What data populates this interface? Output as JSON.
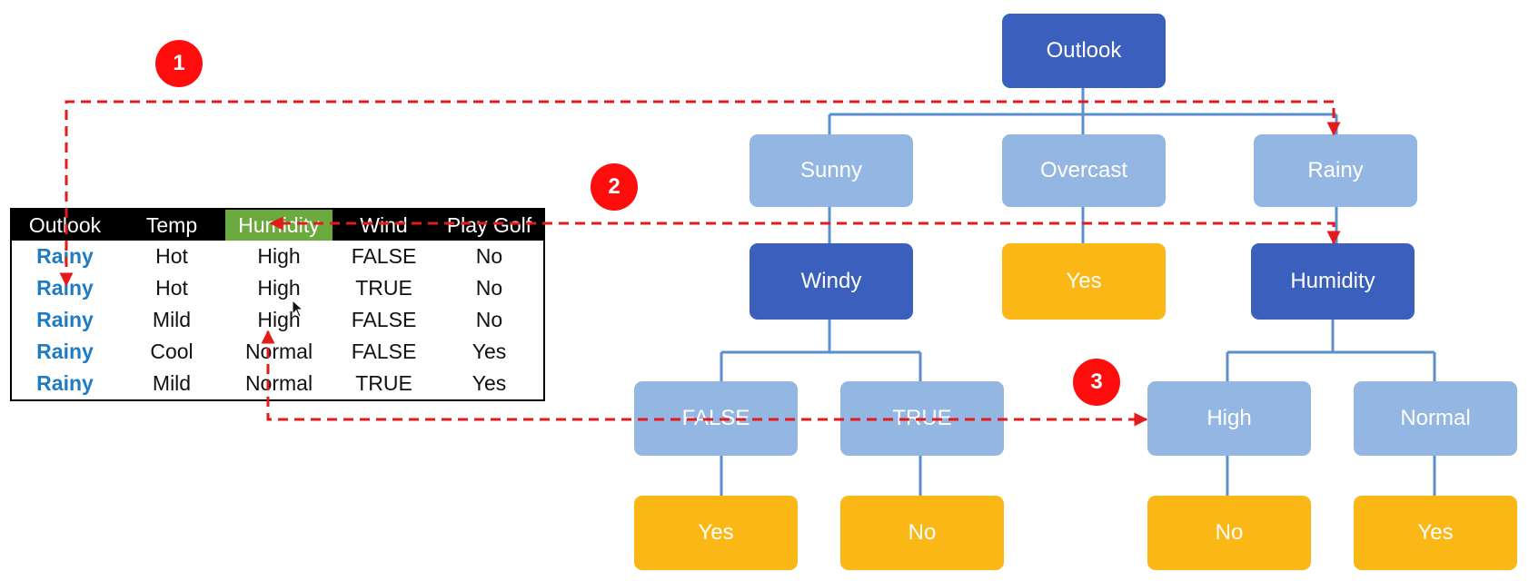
{
  "tree": {
    "root": "Outlook",
    "level1": [
      "Sunny",
      "Overcast",
      "Rainy"
    ],
    "sunny_child": "Windy",
    "overcast_child": "Yes",
    "rainy_child": "Humidity",
    "windy_branches": [
      "FALSE",
      "TRUE"
    ],
    "windy_leaves": [
      "Yes",
      "No"
    ],
    "humidity_branches": [
      "High",
      "Normal"
    ],
    "humidity_leaves": [
      "No",
      "Yes"
    ]
  },
  "table": {
    "headers": [
      "Outlook",
      "Temp",
      "Humidity",
      "Wind",
      "Play Golf"
    ],
    "highlighted_header": "Humidity",
    "rows": [
      [
        "Rainy",
        "Hot",
        "High",
        "FALSE",
        "No"
      ],
      [
        "Rainy",
        "Hot",
        "High",
        "TRUE",
        "No"
      ],
      [
        "Rainy",
        "Mild",
        "High",
        "FALSE",
        "No"
      ],
      [
        "Rainy",
        "Cool",
        "Normal",
        "FALSE",
        "Yes"
      ],
      [
        "Rainy",
        "Mild",
        "Normal",
        "TRUE",
        "Yes"
      ]
    ]
  },
  "steps": [
    "1",
    "2",
    "3"
  ],
  "colors": {
    "decision_node": "#3b5fbd",
    "branch_node": "#93b6e2",
    "leaf_node": "#fbb716",
    "connector": "#5b8fd0",
    "arrow": "#e31b1b",
    "badge": "#ff0d0d",
    "highlight_header": "#6aaa3e",
    "outlook_cell_text": "#1f7cc4"
  },
  "icons": [
    "mouse-cursor-icon"
  ]
}
